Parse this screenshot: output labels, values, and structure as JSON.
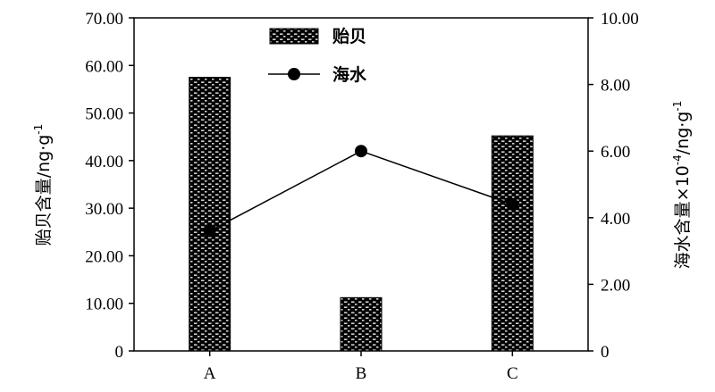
{
  "chart_data": {
    "type": "bar",
    "categories": [
      "A",
      "B",
      "C"
    ],
    "series": [
      {
        "name": "贻贝",
        "kind": "bar",
        "axis": "left",
        "values": [
          57.5,
          11.2,
          45.2
        ]
      },
      {
        "name": "海水",
        "kind": "line",
        "axis": "right",
        "values": [
          3.6,
          6.0,
          4.4
        ]
      }
    ],
    "y_left": {
      "label": "贻贝含量/ng·g",
      "label_sup": "-1",
      "ylim": [
        0,
        70
      ],
      "ticks": [
        "0",
        "10.00",
        "20.00",
        "30.00",
        "40.00",
        "50.00",
        "60.00",
        "70.00"
      ]
    },
    "y_right": {
      "label_pre": "海水含量×10",
      "label_sup1": "-4",
      "label_mid": "/ng·g",
      "label_sup2": "-1",
      "ylim": [
        0,
        10
      ],
      "ticks": [
        "0",
        "2.00",
        "4.00",
        "6.00",
        "8.00",
        "10.00"
      ]
    },
    "legend": {
      "placement": "top-center"
    },
    "grid": false
  }
}
